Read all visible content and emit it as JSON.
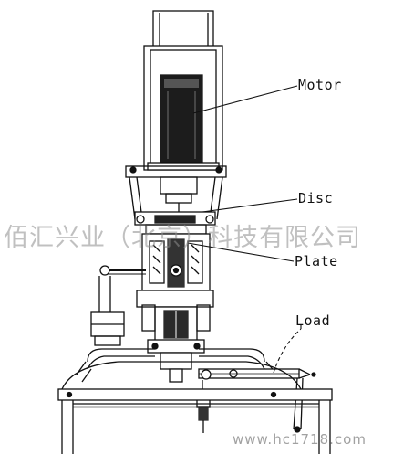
{
  "labels": {
    "motor": "Motor",
    "disc": "Disc",
    "plate": "Plate",
    "load": "Load"
  },
  "watermark": {
    "company": "佰汇兴业（北京）科技有限公司",
    "site": "www.hc1718.com"
  },
  "colors": {
    "ink": "#111111",
    "background": "#ffffff",
    "watermark": "#8c8c8c"
  }
}
